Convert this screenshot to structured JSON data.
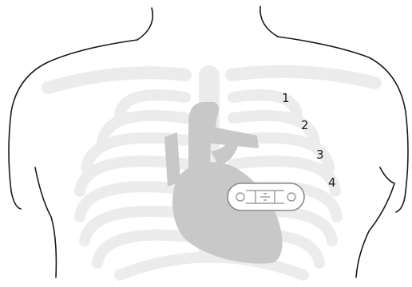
{
  "diagram": {
    "labels": [
      "1",
      "2",
      "3",
      "4"
    ],
    "colors": {
      "outline": "#1a1a1a",
      "ribs": "#ececec",
      "heart": "#c8c8c8",
      "device_fill": "#ffffff",
      "device_stroke": "#8a8a8a"
    }
  }
}
